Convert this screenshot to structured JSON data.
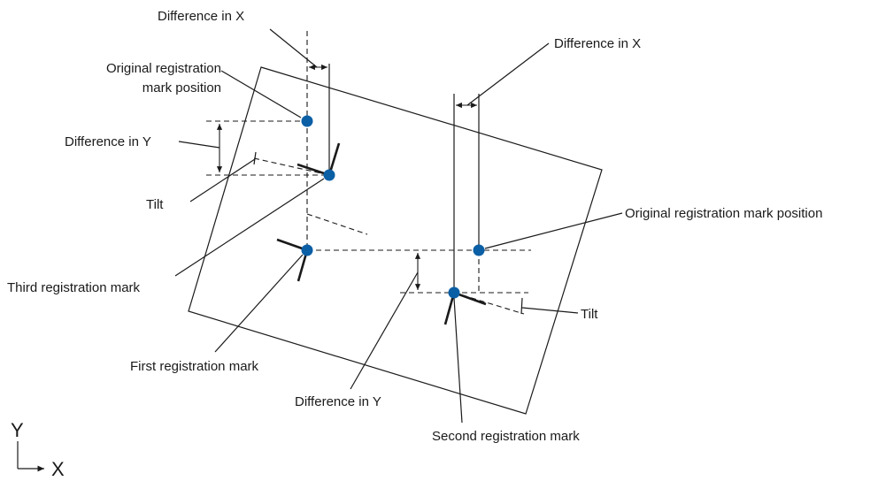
{
  "labels": {
    "diff_x_left": "Difference in X",
    "diff_x_right": "Difference in X",
    "orig_left_line1": "Original registration",
    "orig_left_line2": "mark position",
    "diff_y_left": "Difference in Y",
    "tilt_left": "Tilt",
    "orig_right": "Original registration mark position",
    "third_mark": "Third registration mark",
    "tilt_right": "Tilt",
    "first_mark": "First registration mark",
    "diff_y_bottom": "Difference in Y",
    "second_mark": "Second registration mark"
  },
  "axes": {
    "y_label": "Y",
    "x_label": "X"
  },
  "colors": {
    "mark_dot": "#0b5fa5",
    "line": "#1a1a1a"
  }
}
